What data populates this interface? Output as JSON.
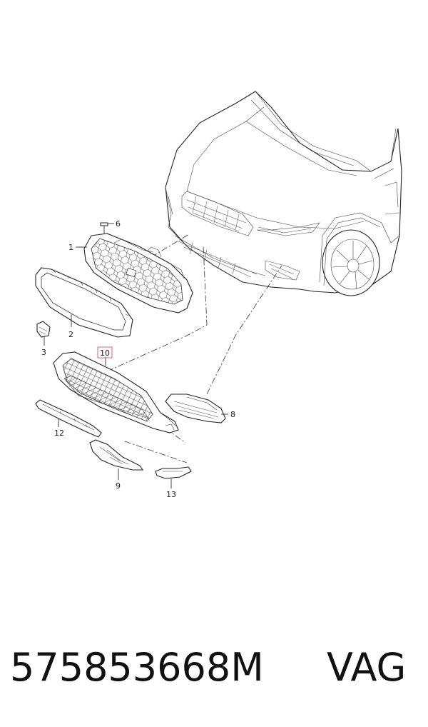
{
  "callouts": {
    "c1": "1",
    "c2": "2",
    "c3": "3",
    "c6": "6",
    "c8": "8",
    "c9": "9",
    "c10": "10",
    "c12": "12",
    "c13": "13"
  },
  "highlight_color": "#e0607a",
  "footer": {
    "part_number": "575853668M",
    "brand": "VAG"
  }
}
